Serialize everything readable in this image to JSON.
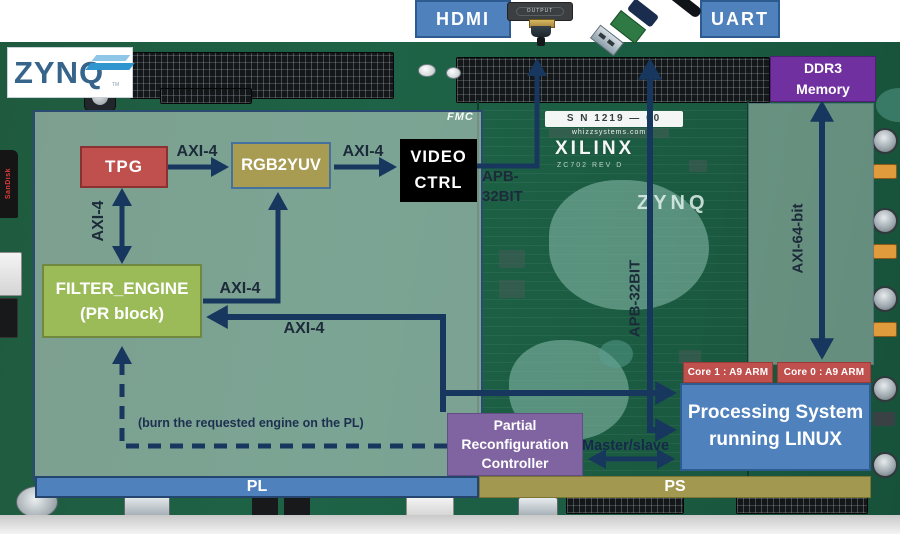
{
  "peripherals": {
    "hdmi_label": "HDMI",
    "uart_label": "UART",
    "hdmi_module_label": "OUTPUT"
  },
  "blocks": {
    "tpg": "TPG",
    "rgb2yuv": "RGB2YUV",
    "video_ctrl": {
      "line1": "VIDEO",
      "line2": "CTRL"
    },
    "filter_engine": {
      "line1": "FILTER_ENGINE",
      "line2": "(PR block)"
    },
    "prc": {
      "line1": "Partial",
      "line2": "Reconfiguration",
      "line3": "Controller"
    },
    "processing_system": {
      "line1": "Processing System",
      "line2": "running LINUX"
    },
    "core1": "Core 1 : A9 ARM",
    "core0": "Core 0 : A9 ARM",
    "ddr3": {
      "line1": "DDR3",
      "line2": "Memory"
    }
  },
  "buses": {
    "axi4_tpg_rgb": "AXI-4",
    "axi4_rgb_video": "AXI-4",
    "axi4_tpg_filter": "AXI-4",
    "axi4_filter_rgb": "AXI-4",
    "axi4_filter_ps": "AXI-4",
    "apb_video_line1": "APB-",
    "apb_video_line2": "32BIT",
    "apb_uart": "APB-32BIT",
    "axi64_ddr": "AXI-64-bit",
    "master_slave": "Master/slave"
  },
  "regions": {
    "pl": "PL",
    "ps": "PS"
  },
  "annotations": {
    "burn_note": "(burn the requested engine on the PL)"
  },
  "board_silkscreen": {
    "zynq_logo": "ZYNQ",
    "zynq_logo_tm": "TM",
    "xilinx": "XILINX",
    "serial": "S N 1219 — 00",
    "website": "whizzsystems.com",
    "rev": "ZC702 REV D",
    "chip_watermark": "ZYNQ",
    "fmc": "FMC",
    "sd_card": "SanDisk"
  },
  "colors": {
    "accent_blue": "#4f81bd",
    "navy_line": "#17375e",
    "block_red": "#c0504d",
    "block_olive": "#a89b52",
    "block_green": "#9bbb59",
    "block_purple": "#8064a2",
    "ddr_purple": "#7030a0",
    "ps_bar_olive": "#a3984f",
    "board_green": "#1e6347"
  }
}
